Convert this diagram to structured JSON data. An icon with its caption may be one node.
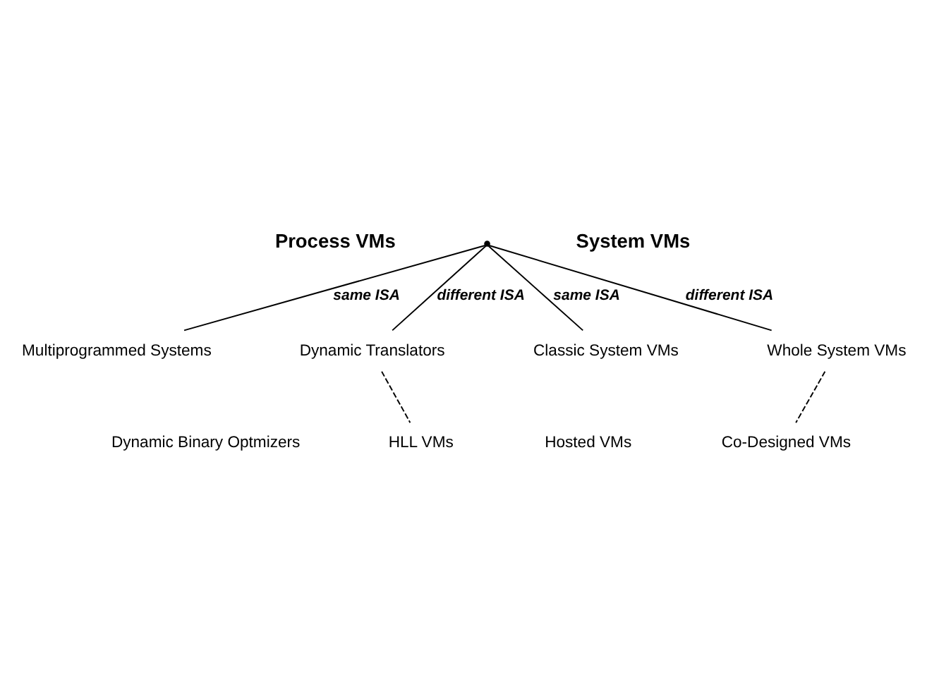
{
  "diagram": {
    "nodes": [
      {
        "text": [],
        "shape": "point"
      },
      {
        "text": [
          "Multiprogrammed Systems"
        ]
      },
      {
        "text": [
          "Dynamic Translators"
        ]
      },
      {
        "text": [
          "Classic System VMs"
        ]
      },
      {
        "text": [
          "Whole System VMs"
        ]
      },
      {
        "text": [
          "Dynamic Binary Optmizers"
        ]
      },
      {
        "text": [
          "HLL VMs"
        ]
      },
      {
        "text": [
          "Hosted VMs"
        ]
      },
      {
        "text": [
          "Co-Designed VMs"
        ]
      }
    ],
    "edges": [
      {
        "from": 0,
        "to": 1,
        "arrow": "none",
        "label": "same ISA"
      },
      {
        "from": 0,
        "to": 2,
        "arrow": "none",
        "label": "different ISA"
      },
      {
        "from": 0,
        "to": 3,
        "arrow": "none",
        "label": "same ISA"
      },
      {
        "from": 0,
        "to": 4,
        "arrow": "none",
        "label": "different ISA"
      },
      {
        "from": 2,
        "to": 6,
        "arrow": "none",
        "style": "dashed"
      },
      {
        "from": 4,
        "to": 8,
        "arrow": "none",
        "style": "dashed"
      }
    ],
    "labels": [
      "Process VMs",
      "System VMs"
    ]
  }
}
